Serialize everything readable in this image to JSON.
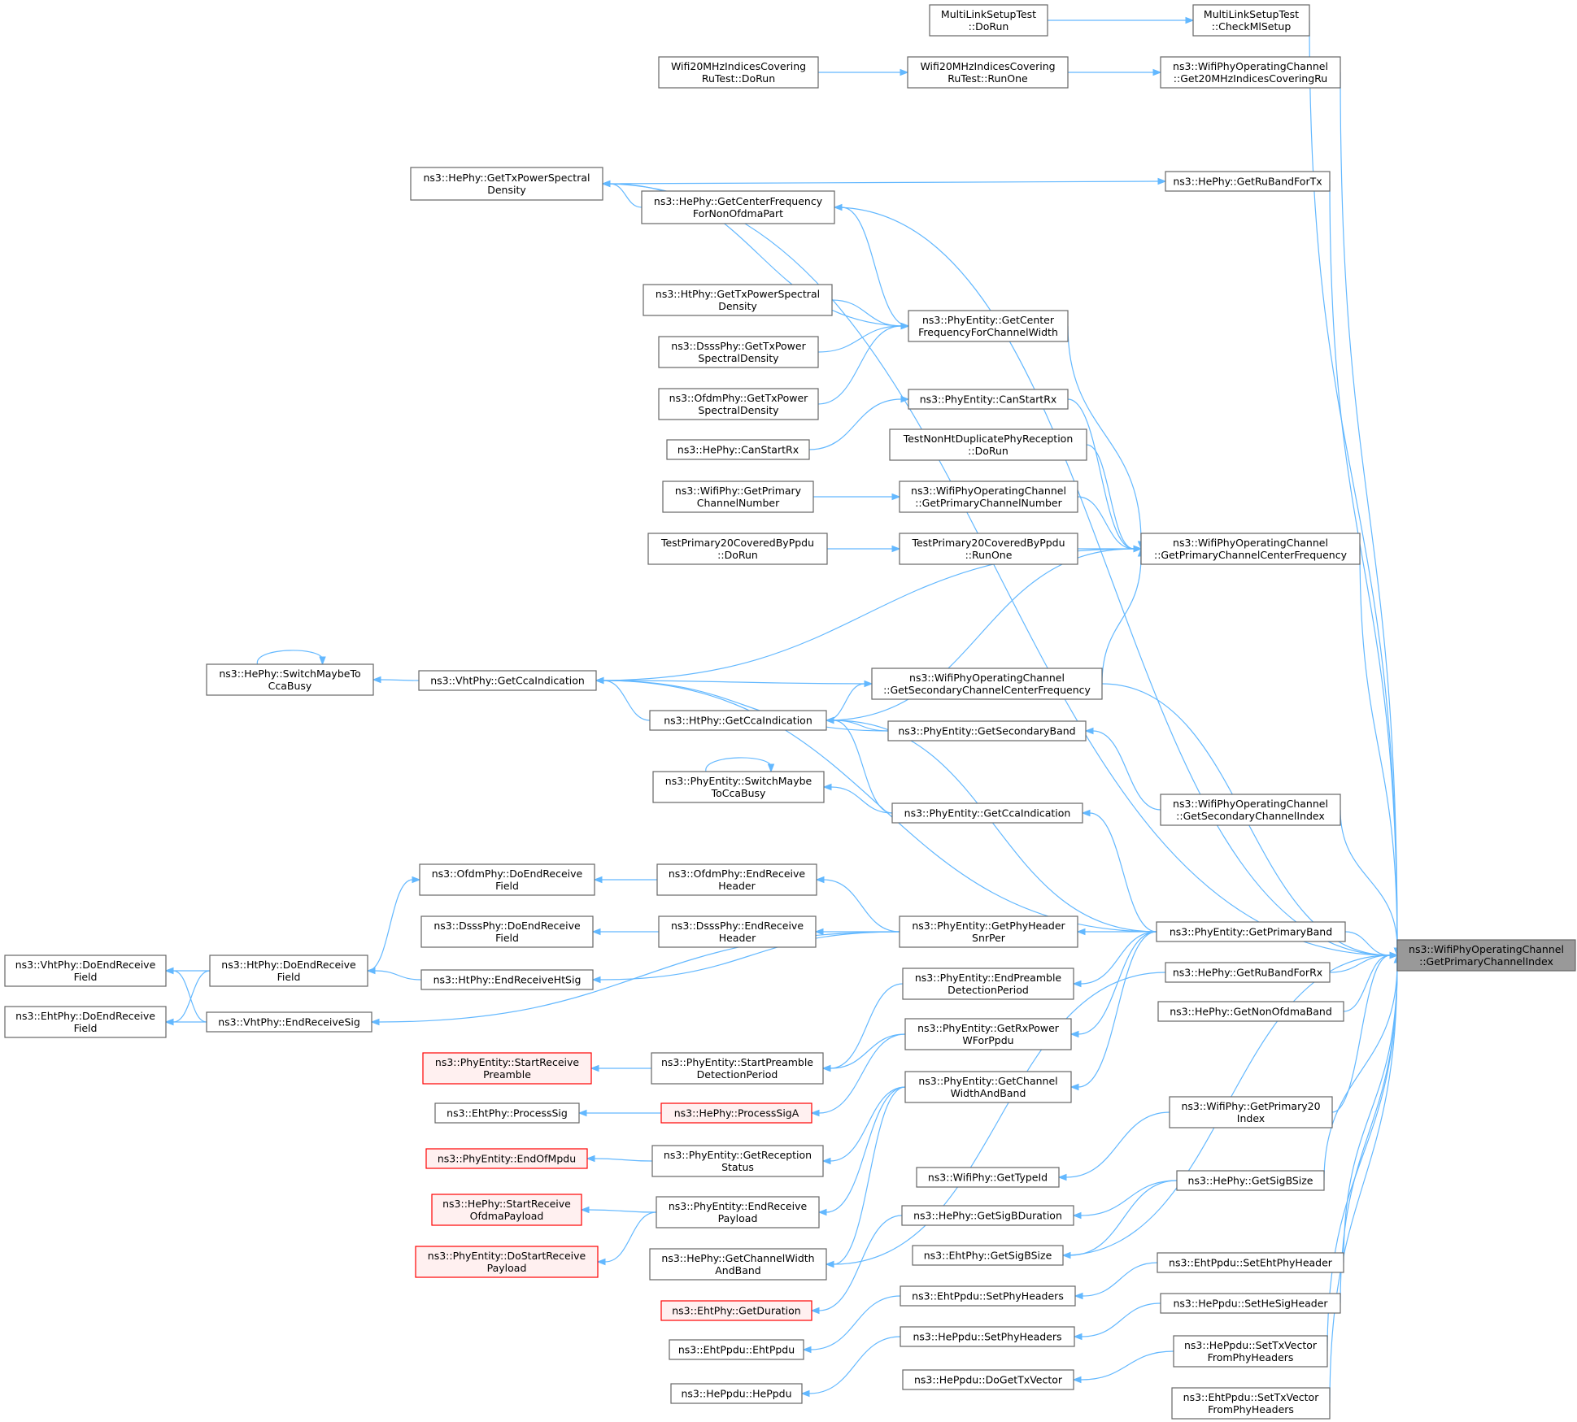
{
  "graph": {
    "edge_color": "#63b8ff",
    "target_fill": "#999999",
    "truncated_border": "#ff0000",
    "nodes": [
      {
        "id": "target",
        "lines": [
          "ns3::WifiPhyOperatingChannel",
          "::GetPrimaryChannelIndex"
        ],
        "kind": "target"
      },
      {
        "id": "mlCheck",
        "lines": [
          "MultiLinkSetupTest",
          "::CheckMlSetup"
        ]
      },
      {
        "id": "mlDoRun",
        "lines": [
          "MultiLinkSetupTest",
          "::DoRun"
        ]
      },
      {
        "id": "get20",
        "lines": [
          "ns3::WifiPhyOperatingChannel",
          "::Get20MHzIndicesCoveringRu"
        ]
      },
      {
        "id": "w20RunOne",
        "lines": [
          "Wifi20MHzIndicesCovering",
          "RuTest::RunOne"
        ]
      },
      {
        "id": "w20DoRun",
        "lines": [
          "Wifi20MHzIndicesCovering",
          "RuTest::DoRun"
        ]
      },
      {
        "id": "heTxPsd",
        "lines": [
          "ns3::HePhy::GetTxPowerSpectral",
          "Density"
        ]
      },
      {
        "id": "heRuTx",
        "lines": [
          "ns3::HePhy::GetRuBandForTx"
        ]
      },
      {
        "id": "heCenterNonOfdma",
        "lines": [
          "ns3::HePhy::GetCenterFrequency",
          "ForNonOfdmaPart"
        ]
      },
      {
        "id": "htTxPsd",
        "lines": [
          "ns3::HtPhy::GetTxPowerSpectral",
          "Density"
        ]
      },
      {
        "id": "peCenter",
        "lines": [
          "ns3::PhyEntity::GetCenter",
          "FrequencyForChannelWidth"
        ]
      },
      {
        "id": "dsssTxPsd",
        "lines": [
          "ns3::DsssPhy::GetTxPower",
          "SpectralDensity"
        ]
      },
      {
        "id": "ofdmTxPsd",
        "lines": [
          "ns3::OfdmPhy::GetTxPower",
          "SpectralDensity"
        ]
      },
      {
        "id": "peCanStart",
        "lines": [
          "ns3::PhyEntity::CanStartRx"
        ]
      },
      {
        "id": "heCanStart",
        "lines": [
          "ns3::HePhy::CanStartRx"
        ]
      },
      {
        "id": "tnhtDoRun",
        "lines": [
          "TestNonHtDuplicatePhyReception",
          "::DoRun"
        ]
      },
      {
        "id": "wpGetPcn",
        "lines": [
          "ns3::WifiPhy::GetPrimary",
          "ChannelNumber"
        ]
      },
      {
        "id": "wocGetPcn",
        "lines": [
          "ns3::WifiPhyOperatingChannel",
          "::GetPrimaryChannelNumber"
        ]
      },
      {
        "id": "tp20DoRun",
        "lines": [
          "TestPrimary20CoveredByPpdu",
          "::DoRun"
        ]
      },
      {
        "id": "tp20RunOne",
        "lines": [
          "TestPrimary20CoveredByPpdu",
          "::RunOne"
        ]
      },
      {
        "id": "wocPccf",
        "lines": [
          "ns3::WifiPhyOperatingChannel",
          "::GetPrimaryChannelCenterFrequency"
        ]
      },
      {
        "id": "heSwitch",
        "lines": [
          "ns3::HePhy::SwitchMaybeTo",
          "CcaBusy"
        ]
      },
      {
        "id": "vhtCca",
        "lines": [
          "ns3::VhtPhy::GetCcaIndication"
        ]
      },
      {
        "id": "wocScf",
        "lines": [
          "ns3::WifiPhyOperatingChannel",
          "::GetSecondaryChannelCenterFrequency"
        ]
      },
      {
        "id": "htCca",
        "lines": [
          "ns3::HtPhy::GetCcaIndication"
        ]
      },
      {
        "id": "peSecBand",
        "lines": [
          "ns3::PhyEntity::GetSecondaryBand"
        ]
      },
      {
        "id": "peSwitch",
        "lines": [
          "ns3::PhyEntity::SwitchMaybe",
          "ToCcaBusy"
        ]
      },
      {
        "id": "wocSci",
        "lines": [
          "ns3::WifiPhyOperatingChannel",
          "::GetSecondaryChannelIndex"
        ]
      },
      {
        "id": "peCca",
        "lines": [
          "ns3::PhyEntity::GetCcaIndication"
        ]
      },
      {
        "id": "ofdmDoEnd",
        "lines": [
          "ns3::OfdmPhy::DoEndReceive",
          "Field"
        ]
      },
      {
        "id": "ofdmEndHdr",
        "lines": [
          "ns3::OfdmPhy::EndReceive",
          "Header"
        ]
      },
      {
        "id": "dsssDoEnd",
        "lines": [
          "ns3::DsssPhy::DoEndReceive",
          "Field"
        ]
      },
      {
        "id": "dsssEndHdr",
        "lines": [
          "ns3::DsssPhy::EndReceive",
          "Header"
        ]
      },
      {
        "id": "peSnr",
        "lines": [
          "ns3::PhyEntity::GetPhyHeader",
          "SnrPer"
        ]
      },
      {
        "id": "pePrimBand",
        "lines": [
          "ns3::PhyEntity::GetPrimaryBand"
        ]
      },
      {
        "id": "vhtDoEnd",
        "lines": [
          "ns3::VhtPhy::DoEndReceive",
          "Field"
        ]
      },
      {
        "id": "htDoEnd",
        "lines": [
          "ns3::HtPhy::DoEndReceive",
          "Field"
        ]
      },
      {
        "id": "htEndSig",
        "lines": [
          "ns3::HtPhy::EndReceiveHtSig"
        ]
      },
      {
        "id": "peEndPreamble",
        "lines": [
          "ns3::PhyEntity::EndPreamble",
          "DetectionPeriod"
        ]
      },
      {
        "id": "heRuRx",
        "lines": [
          "ns3::HePhy::GetRuBandForRx"
        ]
      },
      {
        "id": "ehtDoEnd",
        "lines": [
          "ns3::EhtPhy::DoEndReceive",
          "Field"
        ]
      },
      {
        "id": "vhtEndSig",
        "lines": [
          "ns3::VhtPhy::EndReceiveSig"
        ]
      },
      {
        "id": "peRxPower",
        "lines": [
          "ns3::PhyEntity::GetRxPower",
          "WForPpdu"
        ]
      },
      {
        "id": "heNonOfdma",
        "lines": [
          "ns3::HePhy::GetNonOfdmaBand"
        ]
      },
      {
        "id": "peStartRecvPre",
        "lines": [
          "ns3::PhyEntity::StartReceive",
          "Preamble"
        ],
        "kind": "trunc"
      },
      {
        "id": "peStartPreDet",
        "lines": [
          "ns3::PhyEntity::StartPreamble",
          "DetectionPeriod"
        ]
      },
      {
        "id": "peChWidth",
        "lines": [
          "ns3::PhyEntity::GetChannel",
          "WidthAndBand"
        ]
      },
      {
        "id": "wpPrim20",
        "lines": [
          "ns3::WifiPhy::GetPrimary20",
          "Index"
        ]
      },
      {
        "id": "ehtProcSig",
        "lines": [
          "ns3::EhtPhy::ProcessSig"
        ]
      },
      {
        "id": "heProcSigA",
        "lines": [
          "ns3::HePhy::ProcessSigA"
        ],
        "kind": "trunc"
      },
      {
        "id": "peEndMpdu",
        "lines": [
          "ns3::PhyEntity::EndOfMpdu"
        ],
        "kind": "trunc"
      },
      {
        "id": "peRecvStatus",
        "lines": [
          "ns3::PhyEntity::GetReception",
          "Status"
        ]
      },
      {
        "id": "wpTypeId",
        "lines": [
          "ns3::WifiPhy::GetTypeId"
        ]
      },
      {
        "id": "heSigBSize",
        "lines": [
          "ns3::HePhy::GetSigBSize"
        ]
      },
      {
        "id": "heStartOfdma",
        "lines": [
          "ns3::HePhy::StartReceive",
          "OfdmaPayload"
        ],
        "kind": "trunc"
      },
      {
        "id": "peEndPayload",
        "lines": [
          "ns3::PhyEntity::EndReceive",
          "Payload"
        ]
      },
      {
        "id": "heSigBDur",
        "lines": [
          "ns3::HePhy::GetSigBDuration"
        ]
      },
      {
        "id": "peDoStartPayload",
        "lines": [
          "ns3::PhyEntity::DoStartReceive",
          "Payload"
        ],
        "kind": "trunc"
      },
      {
        "id": "heChWidth",
        "lines": [
          "ns3::HePhy::GetChannelWidth",
          "AndBand"
        ]
      },
      {
        "id": "ehtSigBSize",
        "lines": [
          "ns3::EhtPhy::GetSigBSize"
        ]
      },
      {
        "id": "ehtSetHdr",
        "lines": [
          "ns3::EhtPpdu::SetEhtPhyHeader"
        ]
      },
      {
        "id": "ehtSetPhyHdrs",
        "lines": [
          "ns3::EhtPpdu::SetPhyHeaders"
        ]
      },
      {
        "id": "ehtGetDur",
        "lines": [
          "ns3::EhtPhy::GetDuration"
        ],
        "kind": "trunc"
      },
      {
        "id": "heSetSig",
        "lines": [
          "ns3::HePpdu::SetHeSigHeader"
        ]
      },
      {
        "id": "ehtPpdu",
        "lines": [
          "ns3::EhtPpdu::EhtPpdu"
        ]
      },
      {
        "id": "heSetPhyHdrs",
        "lines": [
          "ns3::HePpdu::SetPhyHeaders"
        ]
      },
      {
        "id": "heSetTxv",
        "lines": [
          "ns3::HePpdu::SetTxVector",
          "FromPhyHeaders"
        ]
      },
      {
        "id": "heDoGetTxv",
        "lines": [
          "ns3::HePpdu::DoGetTxVector"
        ]
      },
      {
        "id": "hePpdu",
        "lines": [
          "ns3::HePpdu::HePpdu"
        ]
      },
      {
        "id": "ehtSetTxv",
        "lines": [
          "ns3::EhtPpdu::SetTxVector",
          "FromPhyHeaders"
        ]
      }
    ],
    "edges": [
      [
        "mlCheck",
        "target"
      ],
      [
        "mlDoRun",
        "mlCheck"
      ],
      [
        "get20",
        "target"
      ],
      [
        "w20RunOne",
        "get20"
      ],
      [
        "w20DoRun",
        "w20RunOne"
      ],
      [
        "heTxPsd",
        "target"
      ],
      [
        "heTxPsd",
        "heRuTx"
      ],
      [
        "heRuTx",
        "target"
      ],
      [
        "heCenterNonOfdma",
        "heTxPsd"
      ],
      [
        "heCenterNonOfdma",
        "target"
      ],
      [
        "peCenter",
        "heCenterNonOfdma"
      ],
      [
        "peCenter",
        "heTxPsd"
      ],
      [
        "htTxPsd",
        "peCenter"
      ],
      [
        "dsssTxPsd",
        "peCenter"
      ],
      [
        "ofdmTxPsd",
        "peCenter"
      ],
      [
        "peCenter",
        "wocPccf"
      ],
      [
        "heCanStart",
        "peCanStart"
      ],
      [
        "peCanStart",
        "wocPccf"
      ],
      [
        "tnhtDoRun",
        "wocPccf"
      ],
      [
        "wpGetPcn",
        "wocGetPcn"
      ],
      [
        "wocGetPcn",
        "wocPccf"
      ],
      [
        "tp20DoRun",
        "tp20RunOne"
      ],
      [
        "tp20RunOne",
        "wocPccf"
      ],
      [
        "vhtCca",
        "wocPccf"
      ],
      [
        "htCca",
        "wocPccf"
      ],
      [
        "wocScf",
        "wocPccf"
      ],
      [
        "wocPccf",
        "target"
      ],
      [
        "heSwitch",
        "heSwitch"
      ],
      [
        "vhtCca",
        "heSwitch"
      ],
      [
        "wocScf",
        "vhtCca"
      ],
      [
        "htCca",
        "wocScf"
      ],
      [
        "wocScf",
        "target"
      ],
      [
        "htCca",
        "vhtCca"
      ],
      [
        "peSecBand",
        "vhtCca"
      ],
      [
        "peSecBand",
        "htCca"
      ],
      [
        "wocSci",
        "peSecBand"
      ],
      [
        "wocSci",
        "target"
      ],
      [
        "peSwitch",
        "peSwitch"
      ],
      [
        "peCca",
        "peSwitch"
      ],
      [
        "peCca",
        "htCca"
      ],
      [
        "pePrimBand",
        "vhtCca"
      ],
      [
        "pePrimBand",
        "htCca"
      ],
      [
        "pePrimBand",
        "peCca"
      ],
      [
        "pePrimBand",
        "target"
      ],
      [
        "ofdmEndHdr",
        "ofdmDoEnd"
      ],
      [
        "htDoEnd",
        "ofdmDoEnd"
      ],
      [
        "peSnr",
        "ofdmEndHdr"
      ],
      [
        "peSnr",
        "dsssEndHdr"
      ],
      [
        "dsssEndHdr",
        "dsssDoEnd"
      ],
      [
        "peSnr",
        "htEndSig"
      ],
      [
        "peSnr",
        "vhtEndSig"
      ],
      [
        "htEndSig",
        "htDoEnd"
      ],
      [
        "htDoEnd",
        "vhtDoEnd"
      ],
      [
        "vhtEndSig",
        "vhtDoEnd"
      ],
      [
        "htDoEnd",
        "ehtDoEnd"
      ],
      [
        "vhtEndSig",
        "ehtDoEnd"
      ],
      [
        "pePrimBand",
        "peSnr"
      ],
      [
        "pePrimBand",
        "peEndPreamble"
      ],
      [
        "pePrimBand",
        "peRxPower"
      ],
      [
        "pePrimBand",
        "peChWidth"
      ],
      [
        "heRuRx",
        "target"
      ],
      [
        "heRuRx",
        "heChWidth"
      ],
      [
        "heNonOfdma",
        "target"
      ],
      [
        "peEndPreamble",
        "peStartPreDet"
      ],
      [
        "peStartPreDet",
        "peStartRecvPre"
      ],
      [
        "peRxPower",
        "peStartPreDet"
      ],
      [
        "peRxPower",
        "heProcSigA"
      ],
      [
        "peChWidth",
        "peRecvStatus"
      ],
      [
        "peChWidth",
        "peEndPayload"
      ],
      [
        "peChWidth",
        "heChWidth"
      ],
      [
        "heProcSigA",
        "ehtProcSig"
      ],
      [
        "peRecvStatus",
        "peEndMpdu"
      ],
      [
        "peEndPayload",
        "heStartOfdma"
      ],
      [
        "peEndPayload",
        "peDoStartPayload"
      ],
      [
        "wpPrim20",
        "target"
      ],
      [
        "wpPrim20",
        "wpTypeId"
      ],
      [
        "heSigBSize",
        "target"
      ],
      [
        "heSigBSize",
        "heSigBDur"
      ],
      [
        "heSigBSize",
        "ehtSigBSize"
      ],
      [
        "ehtSigBSize",
        "target"
      ],
      [
        "heSigBDur",
        "ehtGetDur"
      ],
      [
        "ehtSetHdr",
        "target"
      ],
      [
        "ehtSetHdr",
        "ehtSetPhyHdrs"
      ],
      [
        "ehtSetPhyHdrs",
        "ehtPpdu"
      ],
      [
        "heSetSig",
        "target"
      ],
      [
        "heSetSig",
        "heSetPhyHdrs"
      ],
      [
        "heSetPhyHdrs",
        "hePpdu"
      ],
      [
        "heSetTxv",
        "target"
      ],
      [
        "heSetTxv",
        "heDoGetTxv"
      ],
      [
        "ehtSetTxv",
        "target"
      ]
    ]
  }
}
